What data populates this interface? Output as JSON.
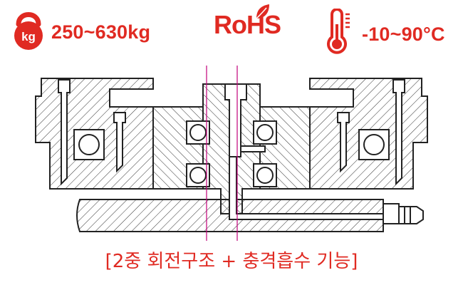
{
  "specs": {
    "weight": {
      "icon": "kettlebell-weight-icon",
      "badge": "kg",
      "text": "250~630kg"
    },
    "rohs": {
      "icon": "leaf-icon",
      "text": "RoHS"
    },
    "temperature": {
      "icon": "thermometer-icon",
      "text": "-10~90°C"
    }
  },
  "caption": "[2중 회전구조 + 충격흡수 기능]",
  "colors": {
    "accent": "#e02a22",
    "centerline": "#c2007a",
    "line": "#222222",
    "fill": "#ffffff"
  }
}
